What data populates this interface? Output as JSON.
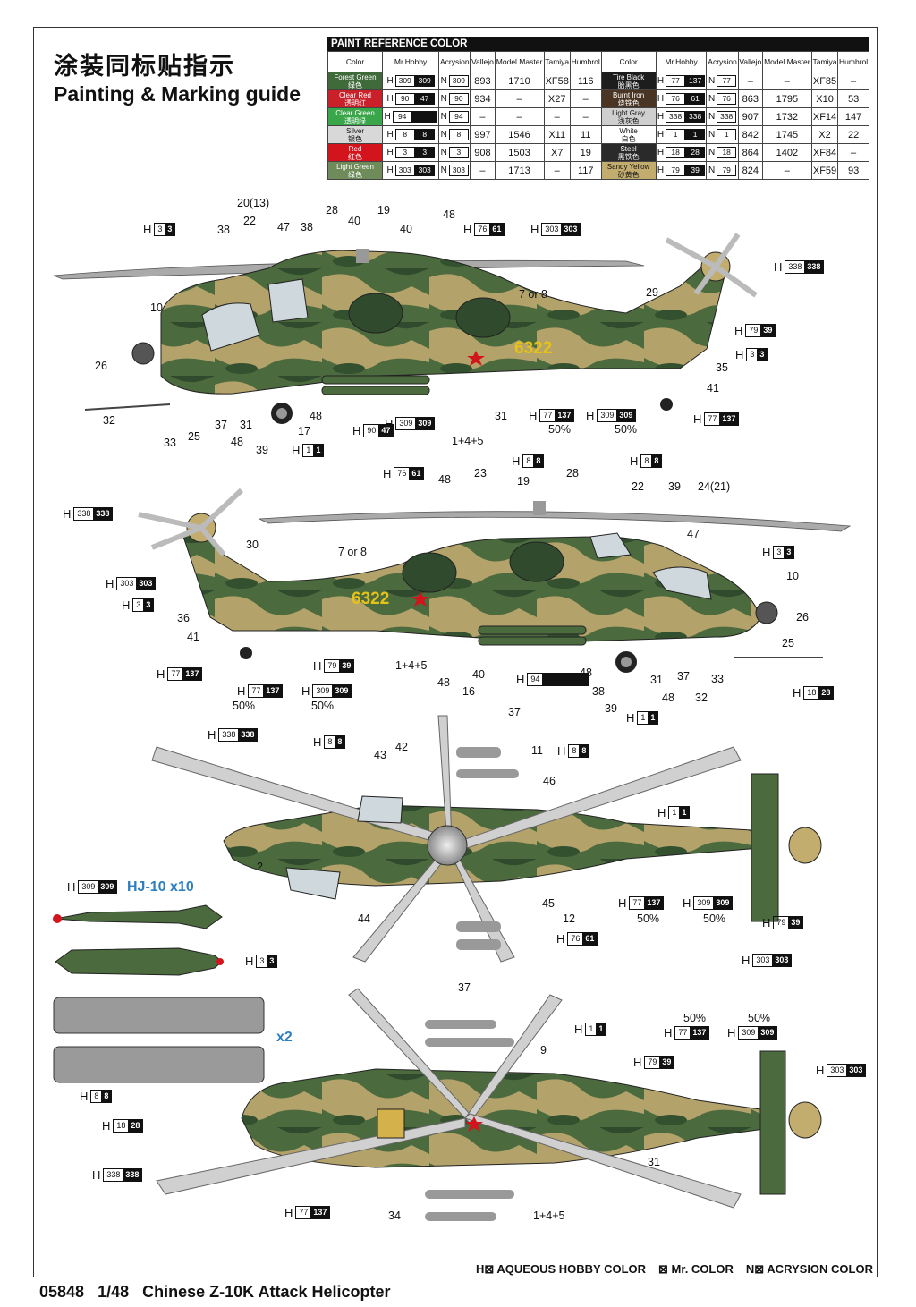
{
  "title_cn": "涂装同标贴指示",
  "title_en": "Painting & Marking guide",
  "table": {
    "title": "PAINT  REFERENCE COLOR",
    "headers": [
      "Color",
      "Mr.Hobby",
      "Acrysion",
      "Vallejo",
      "Model Master",
      "Tamiya",
      "Humbrol"
    ],
    "rows_left": [
      {
        "en": "Forest Green",
        "cn": "绿色",
        "h": "309",
        "hd": "309",
        "n": "309",
        "vallejo": "893",
        "mm": "1710",
        "tamiya": "XF58",
        "humbrol": "116",
        "swatch": "#3f6b3a"
      },
      {
        "en": "Clear Red",
        "cn": "透明红",
        "h": "90",
        "hd": "47",
        "n": "90",
        "vallejo": "934",
        "mm": "–",
        "tamiya": "X27",
        "humbrol": "–",
        "swatch": "#c9202a"
      },
      {
        "en": "Clear Green",
        "cn": "透明绿",
        "h": "94",
        "hd": "",
        "n": "94",
        "vallejo": "–",
        "mm": "–",
        "tamiya": "–",
        "humbrol": "–",
        "swatch": "#3aa64a"
      },
      {
        "en": "Silver",
        "cn": "银色",
        "h": "8",
        "hd": "8",
        "n": "8",
        "vallejo": "997",
        "mm": "1546",
        "tamiya": "X11",
        "humbrol": "11",
        "swatch": "#d8d8d8"
      },
      {
        "en": "Red",
        "cn": "红色",
        "h": "3",
        "hd": "3",
        "n": "3",
        "vallejo": "908",
        "mm": "1503",
        "tamiya": "X7",
        "humbrol": "19",
        "swatch": "#d4141c"
      },
      {
        "en": "Light Green",
        "cn": "绿色",
        "h": "303",
        "hd": "303",
        "n": "303",
        "vallejo": "–",
        "mm": "1713",
        "tamiya": "–",
        "humbrol": "117",
        "swatch": "#6f8b5a"
      }
    ],
    "rows_right": [
      {
        "en": "Tire Black",
        "cn": "胎黑色",
        "h": "77",
        "hd": "137",
        "n": "77",
        "vallejo": "–",
        "mm": "–",
        "tamiya": "XF85",
        "humbrol": "–",
        "swatch": "#1d1d1d"
      },
      {
        "en": "Burnt Iron",
        "cn": "烧铁色",
        "h": "76",
        "hd": "61",
        "n": "76",
        "vallejo": "863",
        "mm": "1795",
        "tamiya": "X10",
        "humbrol": "53",
        "swatch": "#4a3524"
      },
      {
        "en": "Light Gray",
        "cn": "浅灰色",
        "h": "338",
        "hd": "338",
        "n": "338",
        "vallejo": "907",
        "mm": "1732",
        "tamiya": "XF14",
        "humbrol": "147",
        "swatch": "#cfcfcf"
      },
      {
        "en": "White",
        "cn": "白色",
        "h": "1",
        "hd": "1",
        "n": "1",
        "vallejo": "842",
        "mm": "1745",
        "tamiya": "X2",
        "humbrol": "22",
        "swatch": "#ffffff"
      },
      {
        "en": "Steel",
        "cn": "黑铁色",
        "h": "18",
        "hd": "28",
        "n": "18",
        "vallejo": "864",
        "mm": "1402",
        "tamiya": "XF84",
        "humbrol": "–",
        "swatch": "#2a2a2a"
      },
      {
        "en": "Sandy Yellow",
        "cn": "砂黄色",
        "h": "79",
        "hd": "39",
        "n": "79",
        "vallejo": "824",
        "mm": "–",
        "tamiya": "XF59",
        "humbrol": "93",
        "swatch": "#c2ac6e"
      }
    ]
  },
  "side_number": "6322",
  "labels": {
    "hj10": "HJ-10 x10",
    "x2": "x2",
    "pct50": "50%",
    "seven_or_eight": "7 or 8",
    "one_four_five": "1+4+5",
    "twenty_13": "20(13)",
    "twenty4_21": "24(21)"
  },
  "legend": {
    "h": "AQUEOUS HOBBY COLOR",
    "mr": "Mr. COLOR",
    "n": "ACRYSION COLOR"
  },
  "footer": {
    "code": "05848",
    "scale": "1/48",
    "name": "Chinese Z-10K Attack Helicopter"
  },
  "colors": {
    "camo_green": "#46613a",
    "camo_sand": "#b6a36c",
    "camo_dark": "#2f4a2c",
    "accent_blue": "#2d7fc1"
  }
}
